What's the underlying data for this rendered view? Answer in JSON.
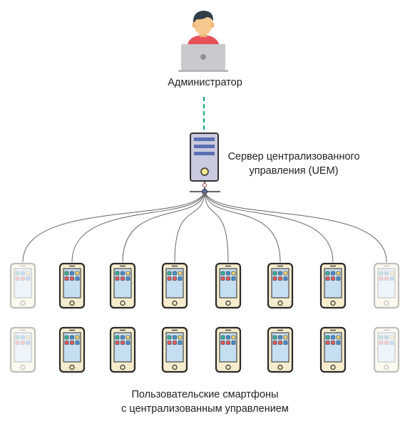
{
  "admin": {
    "label": "Администратор",
    "icon": "admin-at-laptop-icon",
    "colors": {
      "hair": "#333d47",
      "face": "#f6c88e",
      "shirt": "#e8515a",
      "laptop": "#c9c9ce"
    }
  },
  "server": {
    "label_line1": "Сервер централизованного",
    "label_line2": "управления (UEM)",
    "icon": "server-icon",
    "colors": {
      "body": "#c9c9df",
      "stroke": "#333333",
      "slots": "#5b6fb3",
      "power": "#f6e38c"
    }
  },
  "connection": {
    "color": "#16a37f",
    "style": "dashed"
  },
  "phones": {
    "label_line1": "Пользовательские смартфоны",
    "label_line2": "с централизованным управлением",
    "icon": "smartphone-icon",
    "rows": [
      [
        false,
        true,
        true,
        true,
        true,
        true,
        true,
        false
      ],
      [
        false,
        true,
        true,
        true,
        true,
        true,
        true,
        false
      ]
    ],
    "colors": {
      "frame": "#2a2a2a",
      "body": "#f6eccd",
      "screen": "#c5def0",
      "apps": [
        "#3cb79a",
        "#4b8fd1",
        "#f5d774",
        "#e55a5a",
        "#e55a5a",
        "#4b8fd1"
      ],
      "faded_opacity": 0.3
    }
  },
  "network_line_color": "#666666"
}
